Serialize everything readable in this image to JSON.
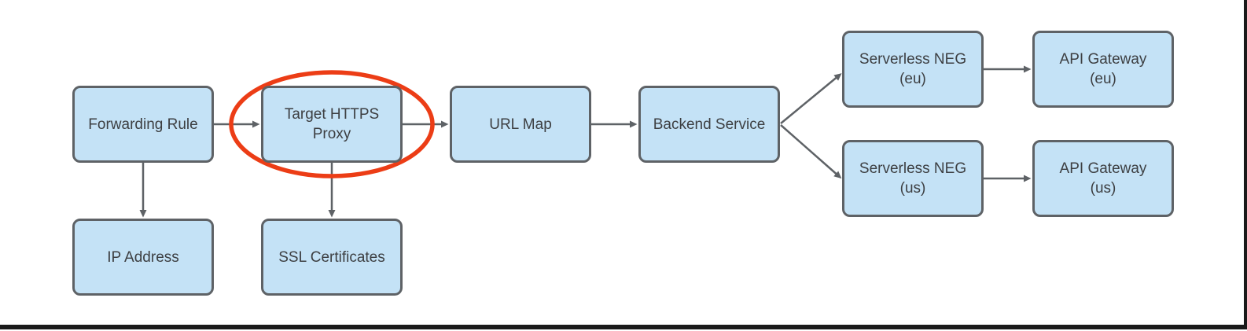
{
  "colors": {
    "node_fill": "#C4E2F6",
    "node_border": "#5E6266",
    "node_text": "#3D3F42",
    "arrow": "#5E6266",
    "highlight": "#EC3D16",
    "frame": "#1A1A1A"
  },
  "diagram": {
    "nodes": [
      {
        "id": "forwarding-rule",
        "label": "Forwarding Rule",
        "lines": [
          "Forwarding Rule"
        ]
      },
      {
        "id": "target-https-proxy",
        "label": "Target HTTPS Proxy",
        "lines": [
          "Target HTTPS",
          "Proxy"
        ],
        "highlighted": true
      },
      {
        "id": "url-map",
        "label": "URL Map",
        "lines": [
          "URL Map"
        ]
      },
      {
        "id": "backend-service",
        "label": "Backend Service",
        "lines": [
          "Backend Service"
        ]
      },
      {
        "id": "serverless-neg-eu",
        "label": "Serverless NEG (eu)",
        "lines": [
          "Serverless NEG",
          "(eu)"
        ]
      },
      {
        "id": "api-gateway-eu",
        "label": "API Gateway (eu)",
        "lines": [
          "API Gateway",
          "(eu)"
        ]
      },
      {
        "id": "serverless-neg-us",
        "label": "Serverless NEG (us)",
        "lines": [
          "Serverless NEG",
          "(us)"
        ]
      },
      {
        "id": "api-gateway-us",
        "label": "API Gateway (us)",
        "lines": [
          "API Gateway",
          "(us)"
        ]
      },
      {
        "id": "ip-address",
        "label": "IP Address",
        "lines": [
          "IP Address"
        ]
      },
      {
        "id": "ssl-certificates",
        "label": "SSL Certificates",
        "lines": [
          "SSL Certificates"
        ]
      }
    ],
    "edges": [
      {
        "from": "forwarding-rule",
        "to": "target-https-proxy"
      },
      {
        "from": "target-https-proxy",
        "to": "url-map"
      },
      {
        "from": "url-map",
        "to": "backend-service"
      },
      {
        "from": "backend-service",
        "to": "serverless-neg-eu"
      },
      {
        "from": "backend-service",
        "to": "serverless-neg-us"
      },
      {
        "from": "serverless-neg-eu",
        "to": "api-gateway-eu"
      },
      {
        "from": "serverless-neg-us",
        "to": "api-gateway-us"
      },
      {
        "from": "forwarding-rule",
        "to": "ip-address"
      },
      {
        "from": "target-https-proxy",
        "to": "ssl-certificates"
      }
    ],
    "annotations": [
      {
        "shape": "ellipse",
        "around": "target-https-proxy",
        "color": "#EC3D16"
      }
    ]
  }
}
